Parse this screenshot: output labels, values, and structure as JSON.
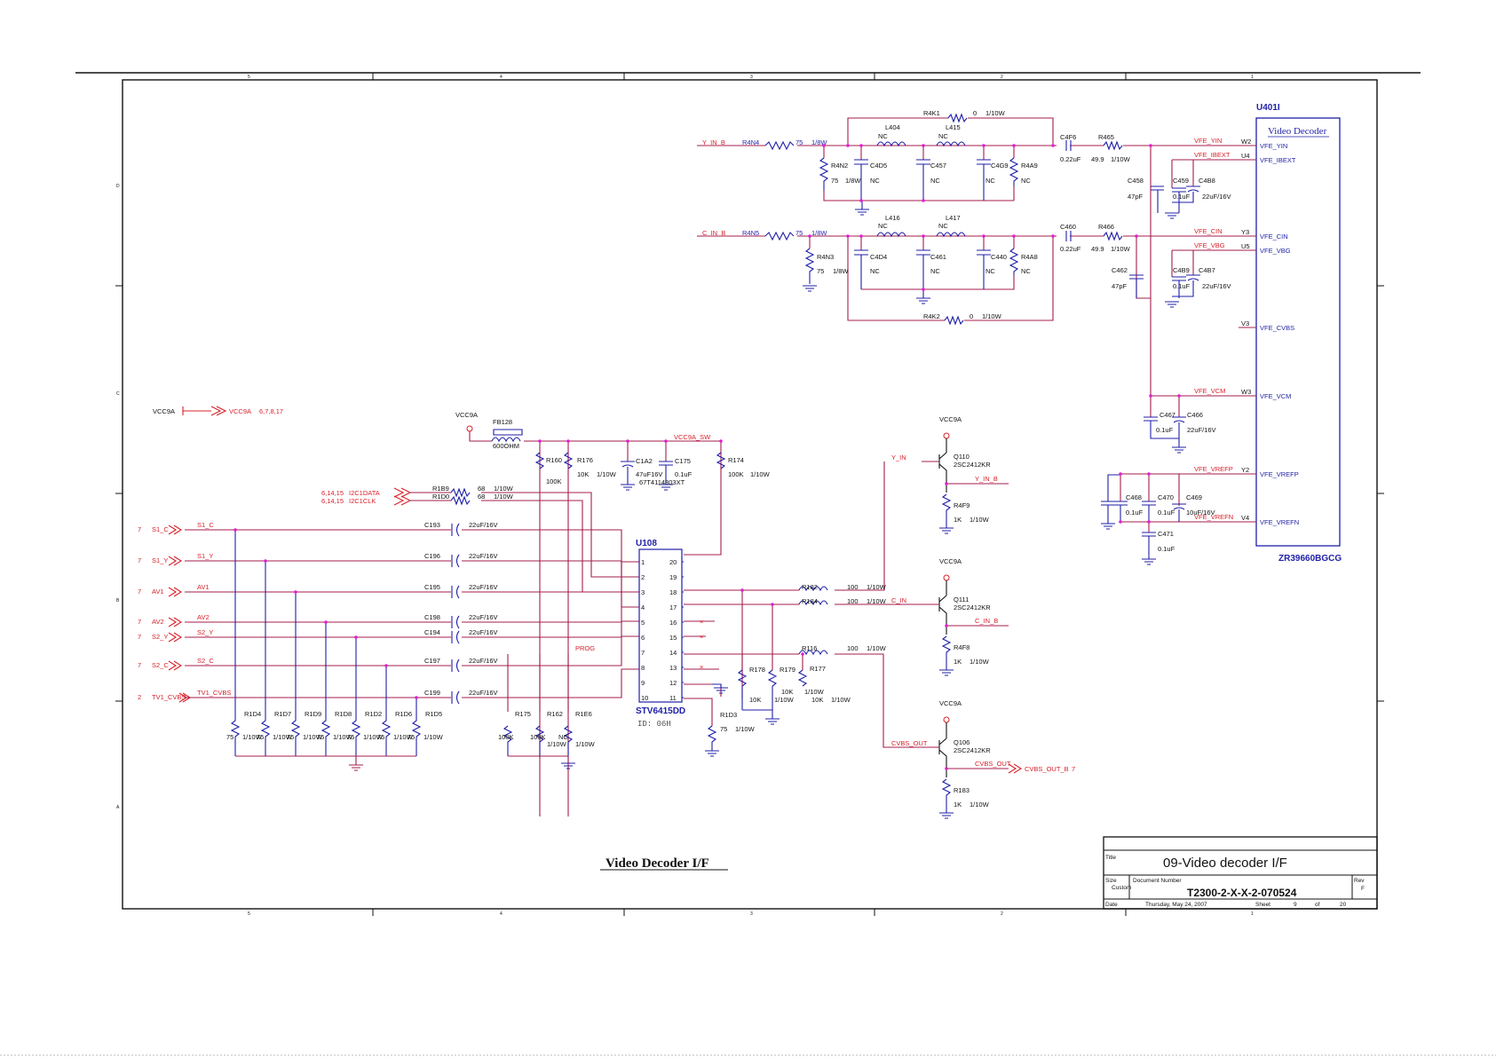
{
  "sheet": {
    "main_label": "Video Decoder I/F",
    "title_label": "Title",
    "title": "09-Video decoder I/F",
    "size_label": "Size",
    "size_value": "Custom",
    "docnum_label": "Document Number",
    "docnum": "T2300-2-X-X-2-070524",
    "rev_label": "Rev",
    "rev": "F",
    "date_label": "Date",
    "date": "Thursday, May 24, 2007",
    "sheet_label": "Sheet",
    "sheet_no": "9",
    "of_label": "of",
    "sheet_total": "20",
    "zone_cols_top": [
      "5",
      "4",
      "3",
      "2",
      "1"
    ],
    "zone_rows": [
      "D",
      "C",
      "B",
      "A"
    ]
  },
  "decoder": {
    "ref": "U401I",
    "name": "Video Decoder",
    "part": "ZR39660BGCG",
    "pins": [
      {
        "num": "W2",
        "name": "VFE_YIN",
        "net": "VFE_YIN"
      },
      {
        "num": "U4",
        "name": "VFE_IBEXT",
        "net": "VFE_IBEXT"
      },
      {
        "num": "Y3",
        "name": "VFE_CIN",
        "net": "VFE_CIN"
      },
      {
        "num": "U5",
        "name": "VFE_VBG",
        "net": "VFE_VBG"
      },
      {
        "num": "V3",
        "name": "VFE_CVBS",
        "net": ""
      },
      {
        "num": "W3",
        "name": "VFE_VCM",
        "net": "VFE_VCM"
      },
      {
        "num": "Y2",
        "name": "VFE_VREFP",
        "net": "VFE_VREFP"
      },
      {
        "num": "V4",
        "name": "VFE_VREFN",
        "net": "VFE_VREFN"
      }
    ]
  },
  "ybranch": {
    "in": "Y_IN_B",
    "r_in": "R4N4",
    "r_in_v": "75",
    "r_in_w": "1/8W",
    "rk": "R4K1",
    "rk_v": "0",
    "rk_w": "1/10W",
    "l1": "L404",
    "l1_v": "NC",
    "l2": "L415",
    "l2_v": "NC",
    "r2": "R4N2",
    "r2_v": "75",
    "r2_w": "1/8W",
    "c1": "C4D5",
    "c1_v": "NC",
    "c2": "C457",
    "c2_v": "NC",
    "c3": "C4G9",
    "c3_v": "NC",
    "r3": "R4A9",
    "r3_v": "NC",
    "cs": "C4F6",
    "cs_v": "0.22uF",
    "rs": "R465",
    "rs_v": "49.9",
    "rs_w": "1/10W",
    "c458": "C458",
    "c458_v": "47pF",
    "c459": "C459",
    "c459_v": "0.1uF",
    "c4b8": "C4B8",
    "c4b8_v": "22uF/16V"
  },
  "cbranch": {
    "in": "C_IN_B",
    "r_in": "R4N5",
    "r_in_v": "75",
    "r_in_w": "1/8W",
    "rk": "R4K2",
    "rk_v": "0",
    "rk_w": "1/10W",
    "l1": "L416",
    "l1_v": "NC",
    "l2": "L417",
    "l2_v": "NC",
    "r2": "R4N3",
    "r2_v": "75",
    "r2_w": "1/8W",
    "c1": "C4D4",
    "c1_v": "NC",
    "c2": "C461",
    "c2_v": "NC",
    "c3": "C440",
    "c3_v": "NC",
    "r3": "R4A8",
    "r3_v": "NC",
    "cs": "C460",
    "cs_v": "0.22uF",
    "rs": "R466",
    "rs_v": "49.9",
    "rs_w": "1/10W",
    "c462": "C462",
    "c462_v": "47pF",
    "c4b9": "C4B9",
    "c4b9_v": "0.1uF",
    "c4b7": "C4B7",
    "c4b7_v": "22uF/16V"
  },
  "vcm": {
    "c467": "C467",
    "c467_v": "0.1uF",
    "c466": "C466",
    "c466_v": "22uF/16V"
  },
  "vref": {
    "c468": "C468",
    "c468_v": "0.1uF",
    "c470": "C470",
    "c470_v": "0.1uF",
    "c469": "C469",
    "c469_v": "10uF/16V",
    "c471": "C471",
    "c471_v": "0.1uF"
  },
  "power": {
    "vcc": "VCC9A",
    "vcc_ref": "VCC9A",
    "vcc_pages": "6,7,8,17",
    "fb": "FB128",
    "fb_v": "600OHM",
    "vcc_sw": "VCC9A_SW",
    "c1a2": "C1A2",
    "c1a2_v": "47uF16V",
    "c175": "C175",
    "c175_v": "0.1uF",
    "c175_pn": "67T4114303XT",
    "r160": "R160",
    "r160_v": "100K",
    "r176": "R176",
    "r176_v": "10K",
    "r176_w": "1/10W",
    "r174": "R174",
    "r174_v": "100K",
    "r174_w": "1/10W",
    "i2c_data": "I2C1DATA",
    "i2c_clk": "I2C1CLK",
    "i2c_pages": "6,14,15",
    "r1b9": "R1B9",
    "r1b9_v": "68",
    "r1b9_w": "1/10W",
    "r1d0": "R1D0",
    "r1d0_v": "68",
    "r1d0_w": "1/10W"
  },
  "inputs": [
    {
      "page": "7",
      "port": "S1_C",
      "net": "S1_C",
      "cap": "C193",
      "cap_v": "22uF/16V"
    },
    {
      "page": "7",
      "port": "S1_Y",
      "net": "S1_Y",
      "cap": "C196",
      "cap_v": "22uF/16V"
    },
    {
      "page": "7",
      "port": "AV1",
      "net": "AV1",
      "cap": "C195",
      "cap_v": "22uF/16V"
    },
    {
      "page": "7",
      "port": "AV2",
      "net": "AV2",
      "cap": "C198",
      "cap_v": "22uF/16V"
    },
    {
      "page": "7",
      "port": "S2_Y",
      "net": "S2_Y",
      "cap": "C194",
      "cap_v": "22uF/16V"
    },
    {
      "page": "7",
      "port": "S2_C",
      "net": "S2_C",
      "cap": "C197",
      "cap_v": "22uF/16V"
    },
    {
      "page": "2",
      "port": "TV1_CVBS",
      "net": "TV1_CVBS",
      "cap": "C199",
      "cap_v": "22uF/16V"
    }
  ],
  "term_res": [
    {
      "ref": "R1D4",
      "v": "75",
      "w": "1/10W"
    },
    {
      "ref": "R1D7",
      "v": "75",
      "w": "1/10W"
    },
    {
      "ref": "R1D9",
      "v": "75",
      "w": "1/10W"
    },
    {
      "ref": "R1D8",
      "v": "75",
      "w": "1/10W"
    },
    {
      "ref": "R1D2",
      "v": "75",
      "w": "1/10W"
    },
    {
      "ref": "R1D6",
      "v": "75",
      "w": "1/10W"
    },
    {
      "ref": "R1D5",
      "v": "75",
      "w": "1/10W"
    }
  ],
  "mid_res": [
    {
      "ref": "R175",
      "v": "100K",
      "w": ""
    },
    {
      "ref": "R162",
      "v": "100K",
      "w": "1/10W"
    },
    {
      "ref": "R1E6",
      "v": "NC",
      "w": "1/10W"
    }
  ],
  "switch": {
    "ref": "U108",
    "part": "STV6415DD",
    "id": "ID: 06H",
    "prog": "PROG",
    "pins_left": [
      "1",
      "2",
      "3",
      "4",
      "5",
      "6",
      "7",
      "8",
      "9",
      "10"
    ],
    "pins_right": [
      "20",
      "19",
      "18",
      "17",
      "16",
      "15",
      "14",
      "13",
      "12",
      "11"
    ]
  },
  "out_res": {
    "r1d3": "R1D3",
    "r1d3_v": "75",
    "r1d3_w": "1/10W",
    "r178": "R178",
    "r178_v": "10K",
    "r178_w": "1/10W",
    "r179": "R179",
    "r179_v": "10K",
    "r179_w": "1/10W",
    "r177": "R177",
    "r177_v": "10K",
    "r177_w": "1/10W",
    "r182": "R182",
    "r182_v": "100",
    "r182_w": "1/10W",
    "r184": "R184",
    "r184_v": "100",
    "r184_w": "1/10W",
    "r116": "R116",
    "r116_v": "100",
    "r116_w": "1/10W"
  },
  "buffers": [
    {
      "vcc": "VCC9A",
      "in": "Y_IN",
      "q": "Q110",
      "part": "2SC2412KR",
      "out": "Y_IN_B",
      "re": "R4F9",
      "re_v": "1K",
      "re_w": "1/10W"
    },
    {
      "vcc": "VCC9A",
      "in": "C_IN",
      "q": "Q111",
      "part": "2SC2412KR",
      "out": "C_IN_B",
      "re": "R4F8",
      "re_v": "1K",
      "re_w": "1/10W"
    },
    {
      "vcc": "VCC9A",
      "in": "CVBS_OUT",
      "q": "Q106",
      "part": "2SC2412KR",
      "out": "CVBS_OUT",
      "re": "R183",
      "re_v": "1K",
      "re_w": "1/10W",
      "port": "CVBS_OUT_B",
      "port_page": "7"
    }
  ]
}
